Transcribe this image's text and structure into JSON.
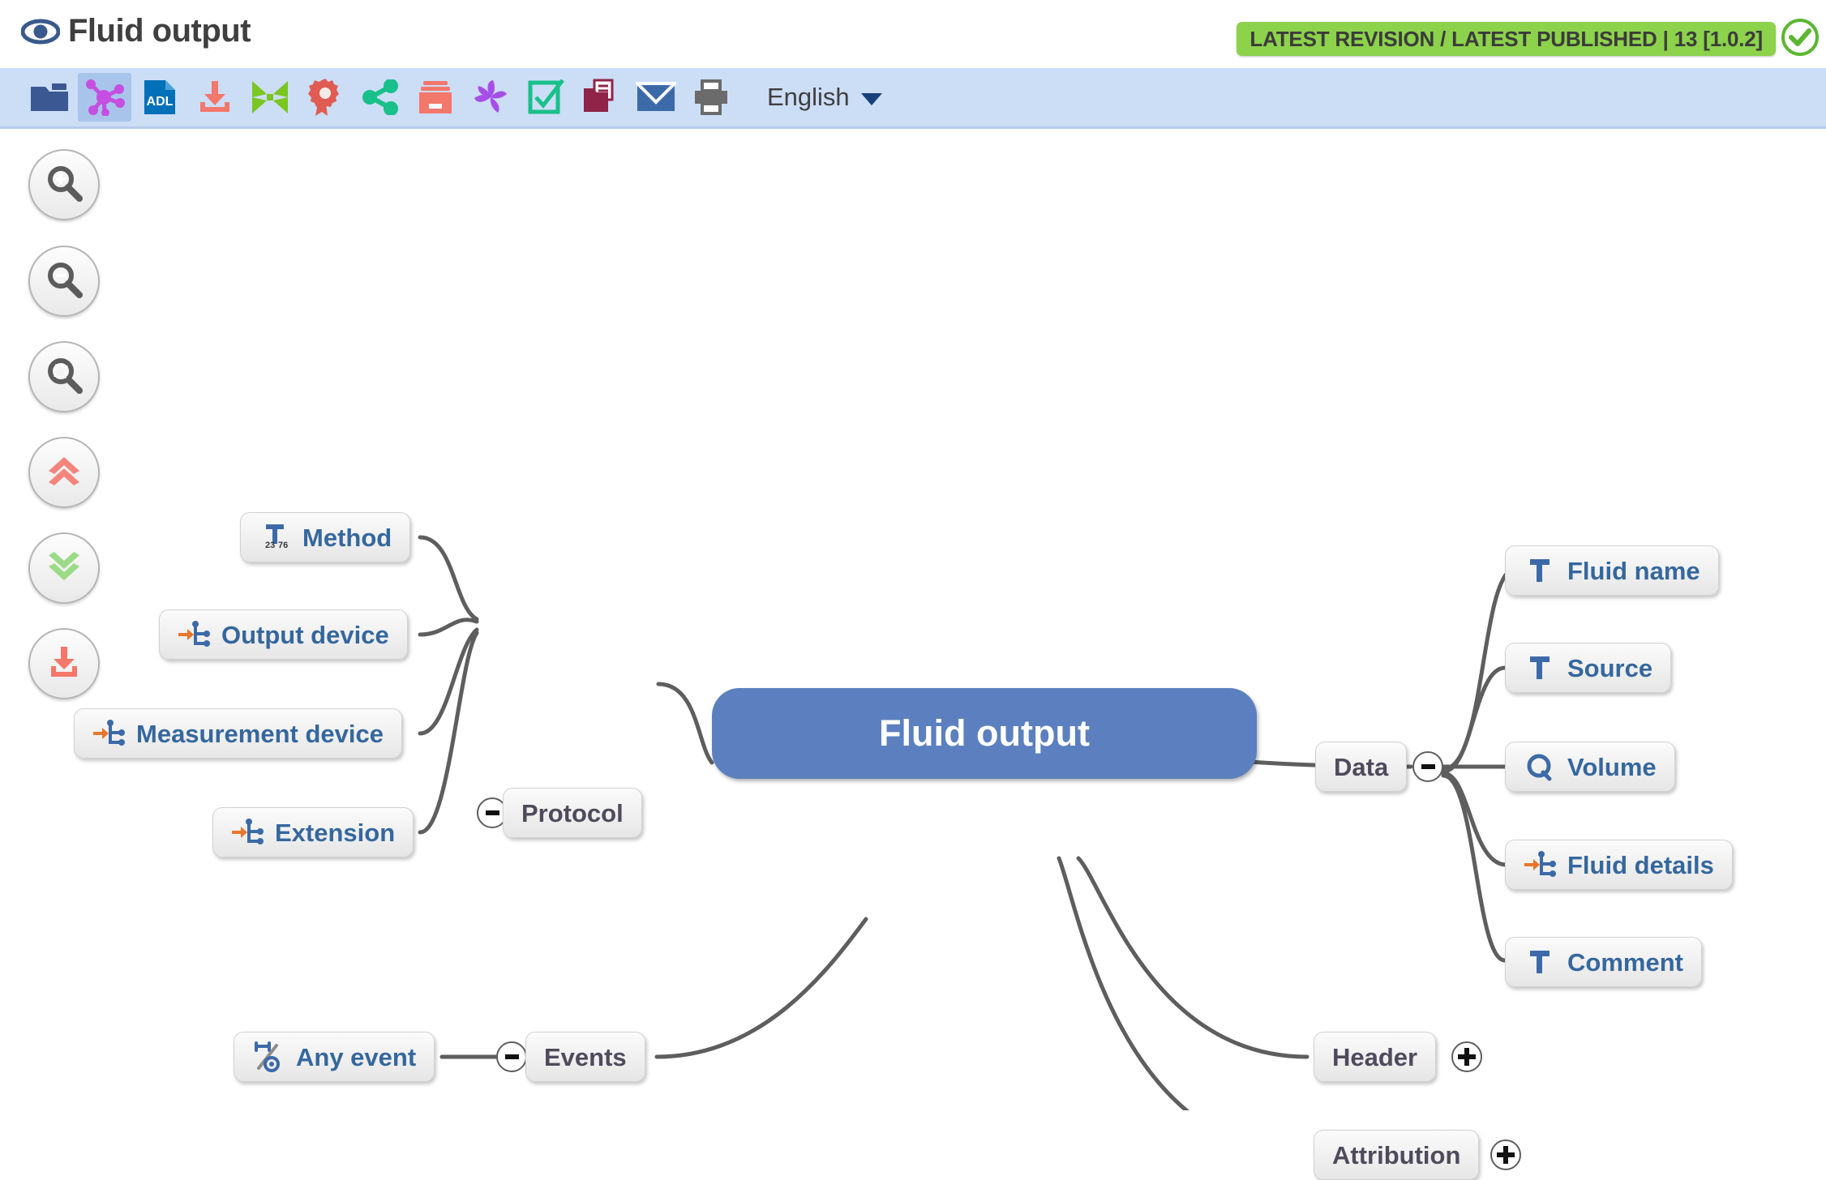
{
  "header": {
    "eye_icon": "eye-icon",
    "title": "Fluid output",
    "status_badge": "LATEST REVISION / LATEST PUBLISHED | 13 [1.0.2]",
    "status_icon": "check-circle-icon",
    "badge_color": "#8CD24B"
  },
  "toolbar": {
    "background": "#CCDDF6",
    "buttons": [
      {
        "name": "folder-icon",
        "title": "folder"
      },
      {
        "name": "mindmap-icon",
        "title": "mindmap",
        "selected": true
      },
      {
        "name": "adl-file-icon",
        "title": "ADL"
      },
      {
        "name": "download-icon",
        "title": "download"
      },
      {
        "name": "collapse-icon",
        "title": "collapse"
      },
      {
        "name": "award-ribbon-icon",
        "title": "award"
      },
      {
        "name": "share-icon",
        "title": "share"
      },
      {
        "name": "archive-box-icon",
        "title": "archive"
      },
      {
        "name": "pinwheel-icon",
        "title": "revisions"
      },
      {
        "name": "checkbox-icon",
        "title": "validate"
      },
      {
        "name": "folder-document-icon",
        "title": "documents"
      },
      {
        "name": "mail-icon",
        "title": "mail"
      },
      {
        "name": "printer-icon",
        "title": "print"
      }
    ],
    "language": {
      "label": "English",
      "caret": "chevron-down-icon"
    }
  },
  "tools": [
    {
      "name": "zoom-in-button",
      "icon": "magnifier-plus-icon"
    },
    {
      "name": "zoom-out-button",
      "icon": "magnifier-minus-icon"
    },
    {
      "name": "zoom-fit-button",
      "icon": "magnifier-fit-icon"
    },
    {
      "name": "collapse-all-button",
      "icon": "double-chevron-up-icon"
    },
    {
      "name": "expand-all-button",
      "icon": "double-chevron-down-icon"
    },
    {
      "name": "export-image-button",
      "icon": "download-tray-icon"
    }
  ],
  "mindmap": {
    "central": {
      "label": "Fluid output",
      "color": "#5C80BF"
    },
    "nodes": [
      {
        "id": "method",
        "label": "Method",
        "icon": "coded-text-icon",
        "kind": "leaf"
      },
      {
        "id": "output-device",
        "label": "Output device",
        "icon": "slot-icon",
        "kind": "leaf"
      },
      {
        "id": "measurement-device",
        "label": "Measurement device",
        "icon": "slot-icon",
        "kind": "leaf"
      },
      {
        "id": "extension",
        "label": "Extension",
        "icon": "slot-icon",
        "kind": "leaf"
      },
      {
        "id": "protocol",
        "label": "Protocol",
        "icon": "",
        "kind": "branch",
        "toggle": "-"
      },
      {
        "id": "any-event",
        "label": "Any event",
        "icon": "event-icon",
        "kind": "leaf"
      },
      {
        "id": "events",
        "label": "Events",
        "icon": "",
        "kind": "branch",
        "toggle": "-"
      },
      {
        "id": "fluid-name",
        "label": "Fluid name",
        "icon": "text-icon",
        "kind": "leaf"
      },
      {
        "id": "source",
        "label": "Source",
        "icon": "text-icon",
        "kind": "leaf"
      },
      {
        "id": "volume",
        "label": "Volume",
        "icon": "quantity-icon",
        "kind": "leaf"
      },
      {
        "id": "fluid-details",
        "label": "Fluid details",
        "icon": "slot-icon",
        "kind": "leaf"
      },
      {
        "id": "comment",
        "label": "Comment",
        "icon": "text-icon",
        "kind": "leaf"
      },
      {
        "id": "data",
        "label": "Data",
        "icon": "",
        "kind": "branch",
        "toggle": "-"
      },
      {
        "id": "header",
        "label": "Header",
        "icon": "",
        "kind": "branch",
        "toggle": "+"
      },
      {
        "id": "attribution",
        "label": "Attribution",
        "icon": "",
        "kind": "branch",
        "toggle": "+"
      }
    ]
  }
}
